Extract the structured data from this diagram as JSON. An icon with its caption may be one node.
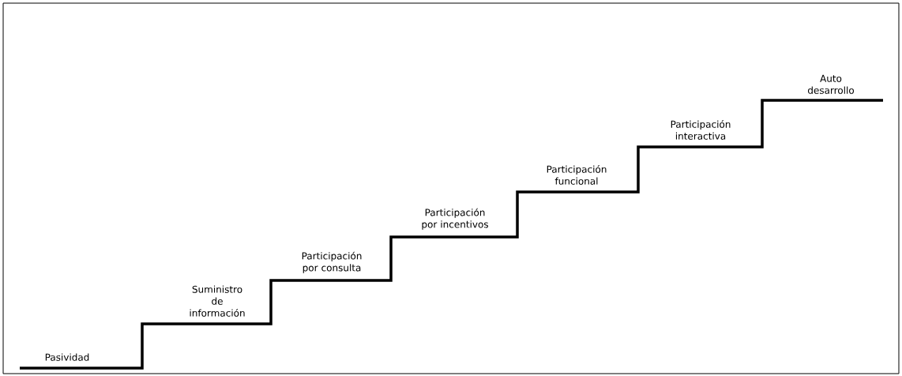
{
  "diagram": {
    "labels": [
      "Pasividad",
      "Suministro de información",
      "Participación por consulta",
      "Participación por incentivos",
      "Participación funcional",
      "Participación interactiva",
      "Auto desarrollo"
    ]
  }
}
